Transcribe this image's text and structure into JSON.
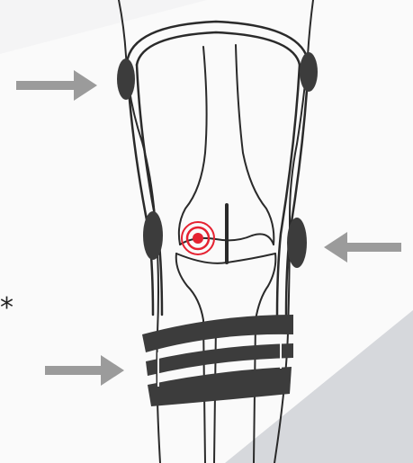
{
  "footnote_marker": "*",
  "arrows": [
    {
      "id": "upper-left",
      "direction": "right"
    },
    {
      "id": "mid-right",
      "direction": "left"
    },
    {
      "id": "lower-left",
      "direction": "right"
    }
  ],
  "colors": {
    "background": "#f1f1f2",
    "panel_light": "#fafafa",
    "panel_shadow": "#d4d6da",
    "line": "#2a2a2a",
    "strap": "#3c3c3c",
    "arrow": "#9b9b9b",
    "target": "#e52231"
  },
  "icons": {
    "brace": "knee-brace-icon",
    "pressure_point": "target-icon",
    "arrow": "arrow-icon"
  }
}
